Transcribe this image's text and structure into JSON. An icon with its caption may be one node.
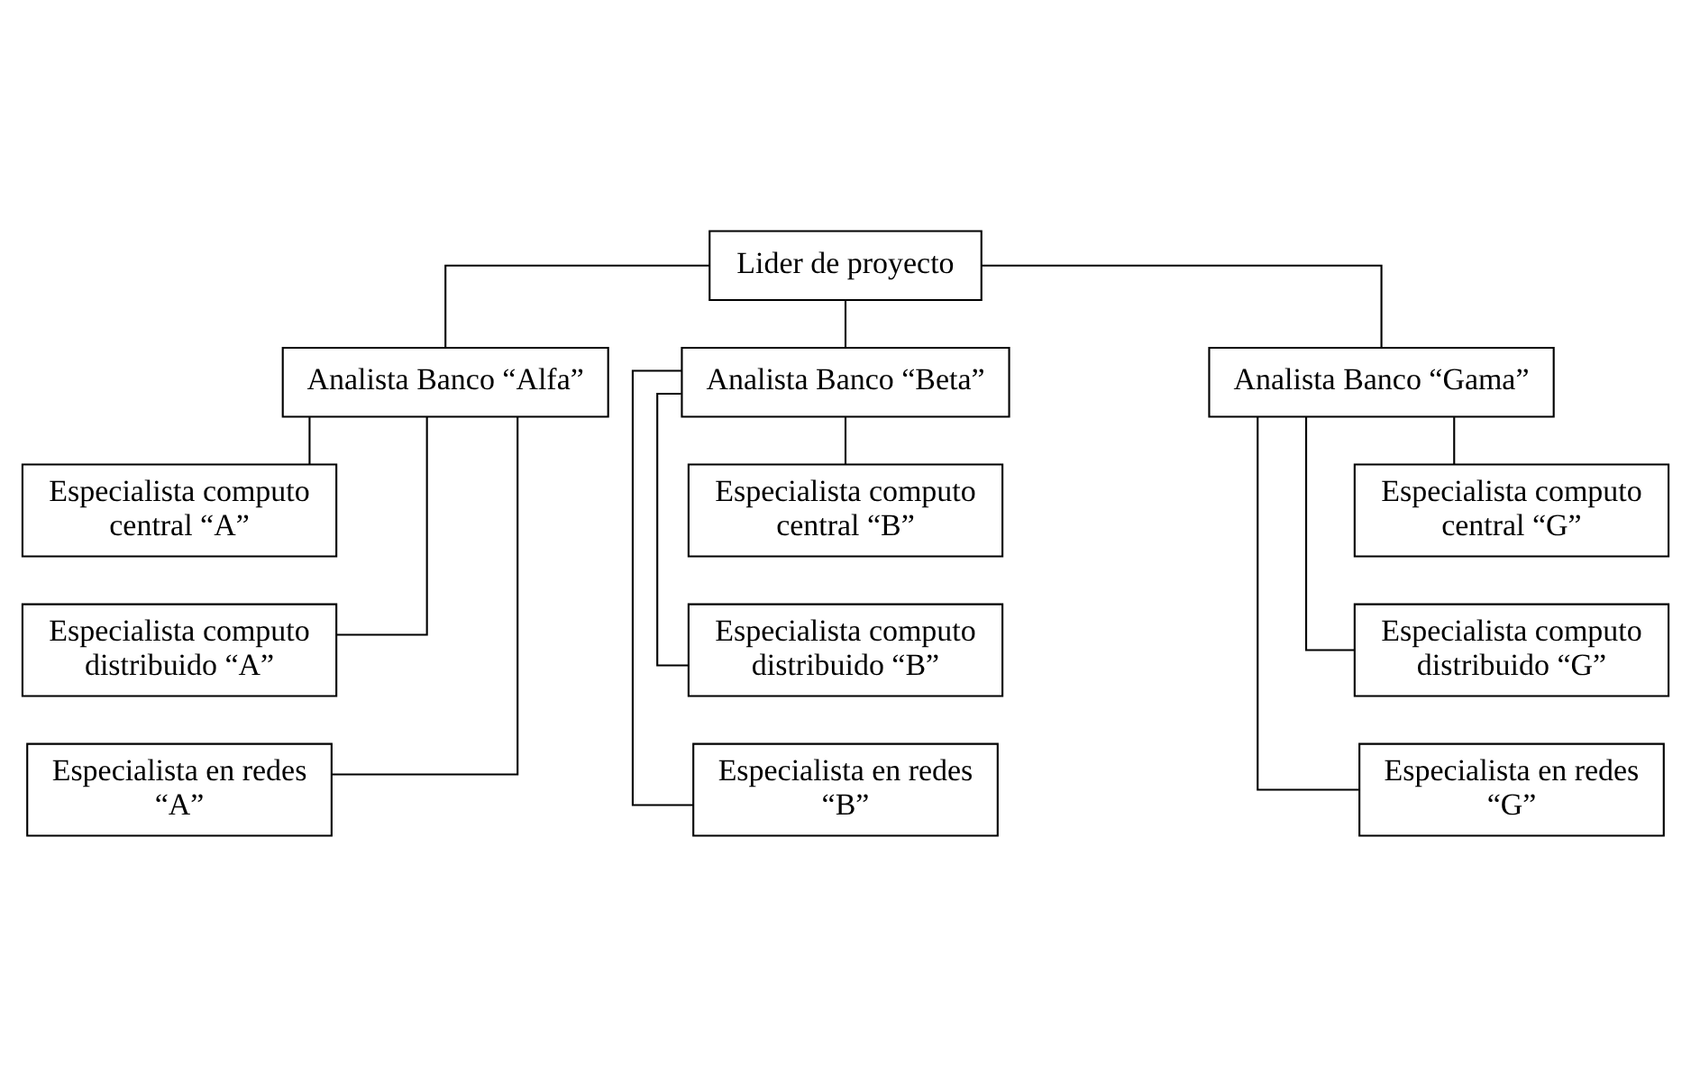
{
  "diagram": {
    "nodes": [
      {
        "text": [
          "Lider de proyecto"
        ]
      },
      {
        "text": [
          "Analista Banco “Alfa”"
        ]
      },
      {
        "text": [
          "Especialista computo central “A”"
        ]
      },
      {
        "text": [
          "Especialista computo distribuido “A”"
        ]
      },
      {
        "text": [
          "Especialista en redes “A”"
        ]
      },
      {
        "text": [
          "Analista Banco “Beta”"
        ]
      },
      {
        "text": [
          "Especialista computo central “B”"
        ]
      },
      {
        "text": [
          "Especialista computo distribuido “B”"
        ]
      },
      {
        "text": [
          "Especialista en redes “B”"
        ]
      },
      {
        "text": [
          "Analista Banco “Gama”"
        ]
      },
      {
        "text": [
          "Especialista computo central “G”"
        ]
      },
      {
        "text": [
          "Especialista computo distribuido “G”"
        ]
      },
      {
        "text": [
          "Especialista en redes “G”"
        ]
      }
    ],
    "edges": [
      {
        "from": 0,
        "to": 1,
        "arrow": "none"
      },
      {
        "from": 0,
        "to": 5,
        "arrow": "none"
      },
      {
        "from": 0,
        "to": 9,
        "arrow": "none"
      },
      {
        "from": 1,
        "to": 2,
        "arrow": "none"
      },
      {
        "from": 1,
        "to": 3,
        "arrow": "none"
      },
      {
        "from": 1,
        "to": 4,
        "arrow": "none"
      },
      {
        "from": 5,
        "to": 6,
        "arrow": "none"
      },
      {
        "from": 5,
        "to": 7,
        "arrow": "none"
      },
      {
        "from": 5,
        "to": 8,
        "arrow": "none"
      },
      {
        "from": 9,
        "to": 10,
        "arrow": "none"
      },
      {
        "from": 9,
        "to": 11,
        "arrow": "none"
      },
      {
        "from": 9,
        "to": 12,
        "arrow": "none"
      }
    ]
  }
}
